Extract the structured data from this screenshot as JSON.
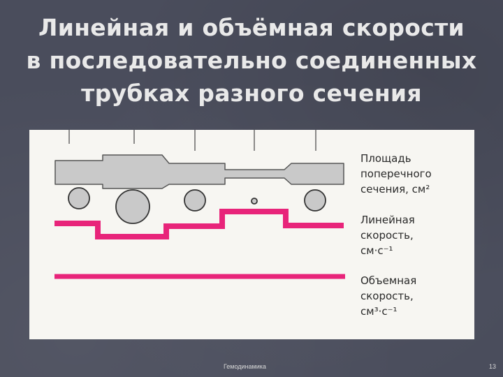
{
  "slide": {
    "title_lines": [
      "Линейная и объёмная скорости",
      "в последовательно соединенных",
      "трубках разного сечения"
    ],
    "colors": {
      "background": "#4a4d5c",
      "figure_background": "#f7f6f2",
      "linear_velocity_line": "#e8247a",
      "volume_velocity_line": "#e8247a",
      "tube_fill": "#c9c9c9",
      "tube_stroke": "#555555"
    }
  },
  "diagram": {
    "legend": {
      "area": [
        "Площадь",
        "поперечного",
        "сечения, см²"
      ],
      "linear_velocity": [
        "Линейная",
        "скорость,",
        "см·с⁻¹"
      ],
      "volume_velocity": [
        "Объемная",
        "скорость,",
        "см³·с⁻¹"
      ]
    }
  },
  "footer": {
    "center_text": "Гемодинамика",
    "page_number": "13"
  }
}
